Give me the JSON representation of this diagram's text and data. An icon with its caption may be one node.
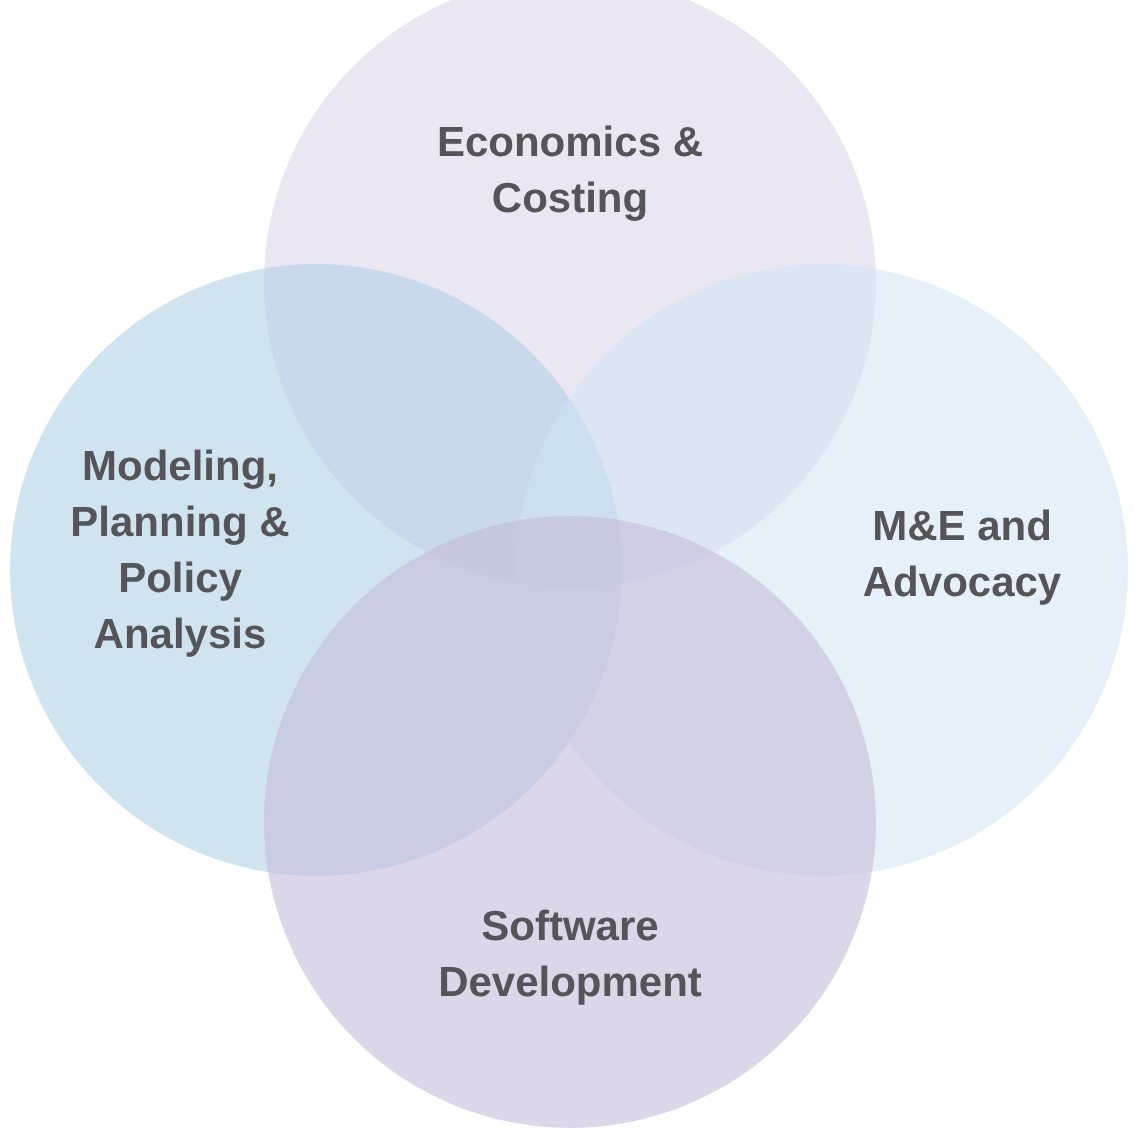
{
  "diagram": {
    "nodes": [
      {
        "text": [
          "Economics & Costing"
        ]
      },
      {
        "text": [
          "Modeling, Planning & Policy Analysis"
        ]
      },
      {
        "text": [
          "M&E and Advocacy"
        ]
      },
      {
        "text": [
          "Software Development"
        ]
      }
    ]
  }
}
